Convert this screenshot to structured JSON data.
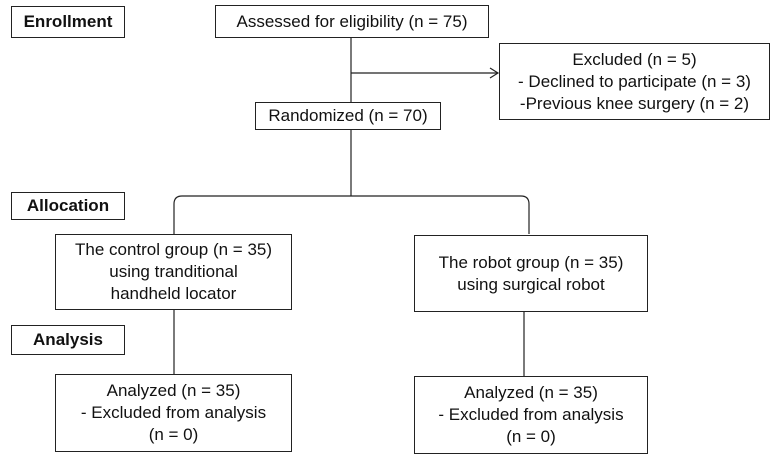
{
  "stages": {
    "enrollment": "Enrollment",
    "allocation": "Allocation",
    "analysis": "Analysis"
  },
  "assessed": "Assessed for eligibility (n = 75)",
  "excluded": {
    "title": "Excluded (n = 5)",
    "reason_1": "- Declined to participate (n = 3)",
    "reason_2": "-Previous knee surgery (n = 2)"
  },
  "randomized": "Randomized (n = 70)",
  "control_group": {
    "line_1": "The control group (n = 35)",
    "line_2": "using tranditional",
    "line_3": "handheld locator"
  },
  "robot_group": {
    "line_1": "The robot group (n = 35)",
    "line_2": "using surgical robot"
  },
  "analyzed_control": {
    "line_1": "Analyzed (n = 35)",
    "line_2": "- Excluded from analysis",
    "line_3": "(n = 0)"
  },
  "analyzed_robot": {
    "line_1": "Analyzed (n = 35)",
    "line_2": "- Excluded from analysis",
    "line_3": "(n = 0)"
  }
}
